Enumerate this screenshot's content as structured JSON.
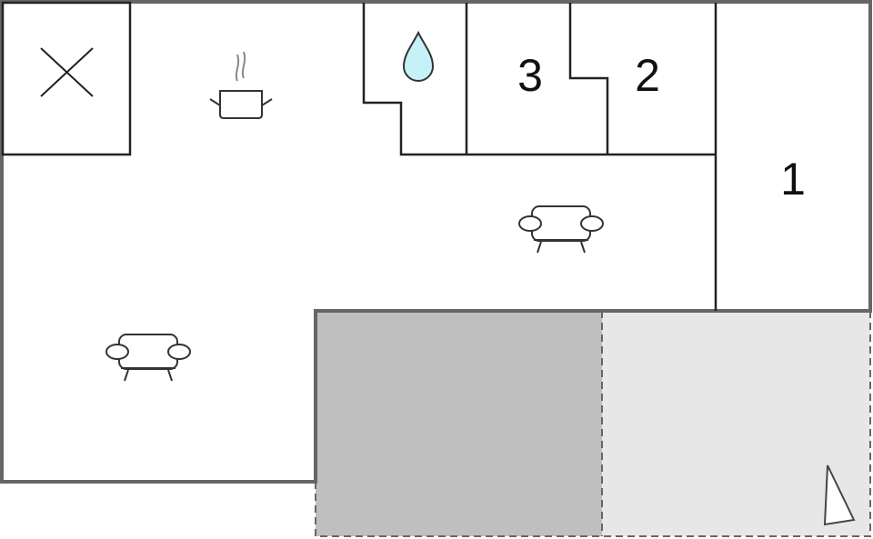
{
  "rooms": [
    {
      "id": "bedroom-3",
      "label": "3"
    },
    {
      "id": "bedroom-2",
      "label": "2"
    },
    {
      "id": "bedroom-1",
      "label": "1"
    }
  ],
  "icons": {
    "staircase": "x-cross-icon",
    "kitchen": "cooking-pot-icon",
    "bathroom": "water-drop-icon",
    "living_room_upper": "armchair-icon",
    "living_room_lower": "armchair-icon",
    "terrace": "compass-needle-icon"
  },
  "colors": {
    "wall": "#666666",
    "interior_line": "#222222",
    "covered_terrace": "#bfbfbf",
    "open_terrace": "#e7e7e7",
    "water": "#c6f1f6"
  }
}
